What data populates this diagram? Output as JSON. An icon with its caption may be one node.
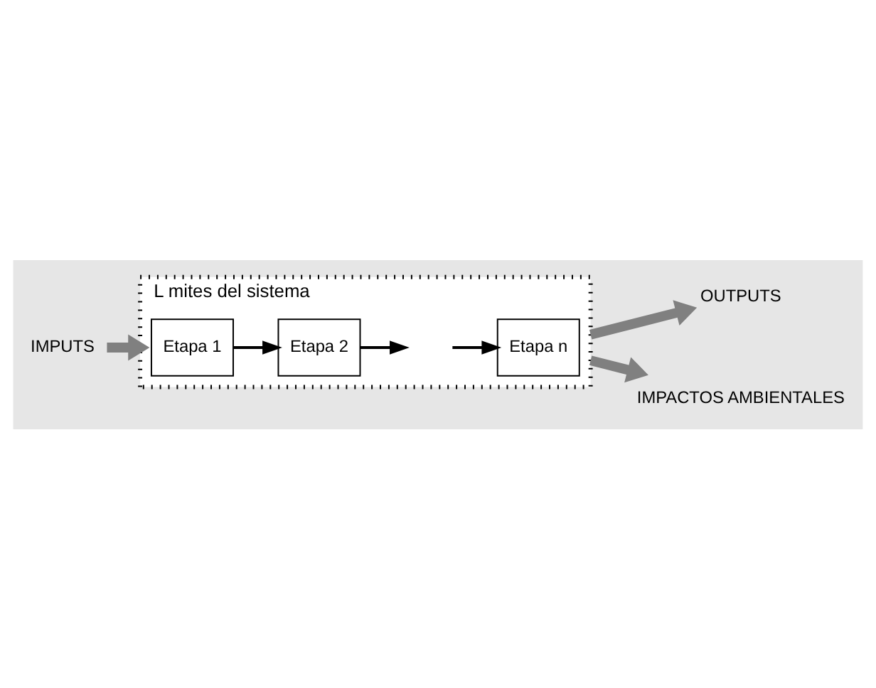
{
  "diagram": {
    "nodes": [
      {
        "text": [
          "L mites del sistema"
        ]
      },
      {
        "text": [
          "Etapa 1"
        ],
        "in": 0
      },
      {
        "text": [
          "Etapa 2"
        ],
        "in": 0
      },
      {
        "text": [
          "Etapa n"
        ],
        "in": 0
      },
      {
        "text": [
          "IMPUTS"
        ]
      },
      {
        "text": [
          "OUTPUTS"
        ]
      },
      {
        "text": [
          "IMPACTOS AMBIENTALES"
        ]
      }
    ],
    "edges": [
      {
        "from": 4,
        "to": 0,
        "arrow": "to",
        "style": "thick",
        "color": "#808080"
      },
      {
        "from": 1,
        "to": 2,
        "arrow": "to",
        "color": "#000000"
      },
      {
        "from": 2,
        "to": null,
        "arrow": "to",
        "color": "#000000"
      },
      {
        "from": null,
        "to": 3,
        "arrow": "to",
        "color": "#000000"
      },
      {
        "from": 0,
        "to": 5,
        "arrow": "to",
        "style": "thick",
        "color": "#808080"
      },
      {
        "from": 0,
        "to": 6,
        "arrow": "to",
        "style": "thick",
        "color": "#808080"
      }
    ]
  }
}
